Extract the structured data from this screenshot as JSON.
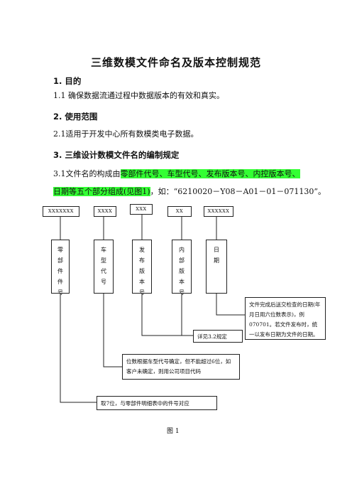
{
  "title": "三维数模文件命名及版本控制规范",
  "sections": {
    "s1_heading": "1.  目的",
    "s1_text": "1.1   确保数据流通过程中数据版本的有效和真实。",
    "s2_heading": "2.  使用范围",
    "s2_text": "2.1适用于开发中心所有数模类电子数据。",
    "s3_heading": "3.  三维设计数模文件名的编制规定",
    "s3_p1_prefix": "3.1文件名的构成由",
    "s3_p1_highlight": "零部件代号、车型代号、发布版本号、内控版本号、",
    "s3_p2_highlight": "日期等五个部分组成(见图1)",
    "s3_p2_suffix": "，如：“6210020－Y08－A01－01－071130”。"
  },
  "diagram": {
    "codes": [
      "XXXXXXX",
      "XXXX",
      "XXX",
      "XX",
      "XXXXXX"
    ],
    "labels": [
      "零\n部\n件\n件\n号",
      "车\n型\n代\n号",
      "发\n布\n版\n本\n号",
      "内\n部\n版\n本\n号",
      "日\n期"
    ],
    "notes": {
      "date_note": "文件完成后送交检查的日期(年月日用六位数表示)，例070701。若文件发布时，统一以发布日期为文件的日期。",
      "version_note": "详见3.2规定",
      "vehicle_note": "位数根据车型代号确定，但不能超过6位，如客户未确定，则用公司项目代码",
      "part_note": "取7位，与零部件明细表中的件号对应"
    },
    "caption": "图 1"
  },
  "colors": {
    "highlight": "#33ff33"
  }
}
